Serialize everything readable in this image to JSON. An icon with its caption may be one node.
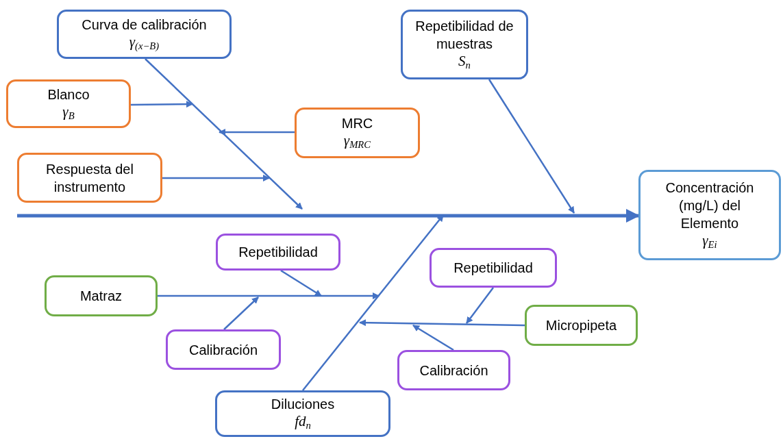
{
  "diagram": {
    "nodes": [
      {
        "text": [
          "Curva de calibración",
          "γ$_{(x−B)}$"
        ]
      },
      {
        "text": [
          "Blanco",
          "γ$_{B}$"
        ]
      },
      {
        "text": [
          "MRC",
          "γ$_{MRC}$"
        ]
      },
      {
        "text": [
          "Respuesta del instrumento"
        ]
      },
      {
        "text": [
          "Repetibilidad de muestras",
          "S$_{n}$"
        ]
      },
      {
        "text": [
          "Concentración (mg/L) del Elemento",
          "γ$_{Ei}$"
        ]
      },
      {
        "text": [
          "Repetibilidad"
        ]
      },
      {
        "text": [
          "Matraz"
        ]
      },
      {
        "text": [
          "Calibración"
        ]
      },
      {
        "text": [
          "Repetibilidad"
        ]
      },
      {
        "text": [
          "Micropipeta"
        ]
      },
      {
        "text": [
          "Calibración"
        ]
      },
      {
        "text": [
          "Diluciones",
          "fd$_{n}$"
        ]
      }
    ],
    "edges": [
      {
        "from": null,
        "to": 5,
        "arrow": "to",
        "style": "thick"
      },
      {
        "from": 0,
        "to": null,
        "arrow": "to"
      },
      {
        "from": 1,
        "to": null,
        "arrow": "to"
      },
      {
        "from": 2,
        "to": null,
        "arrow": "to"
      },
      {
        "from": 3,
        "to": null,
        "arrow": "to"
      },
      {
        "from": 4,
        "to": null,
        "arrow": "to"
      },
      {
        "from": 12,
        "to": null,
        "arrow": "to"
      },
      {
        "from": 7,
        "to": null,
        "arrow": "to"
      },
      {
        "from": 6,
        "to": null,
        "arrow": "to"
      },
      {
        "from": 8,
        "to": null,
        "arrow": "to"
      },
      {
        "from": 10,
        "to": null,
        "arrow": "to"
      },
      {
        "from": 9,
        "to": null,
        "arrow": "to"
      },
      {
        "from": 11,
        "to": null,
        "arrow": "to"
      }
    ]
  }
}
